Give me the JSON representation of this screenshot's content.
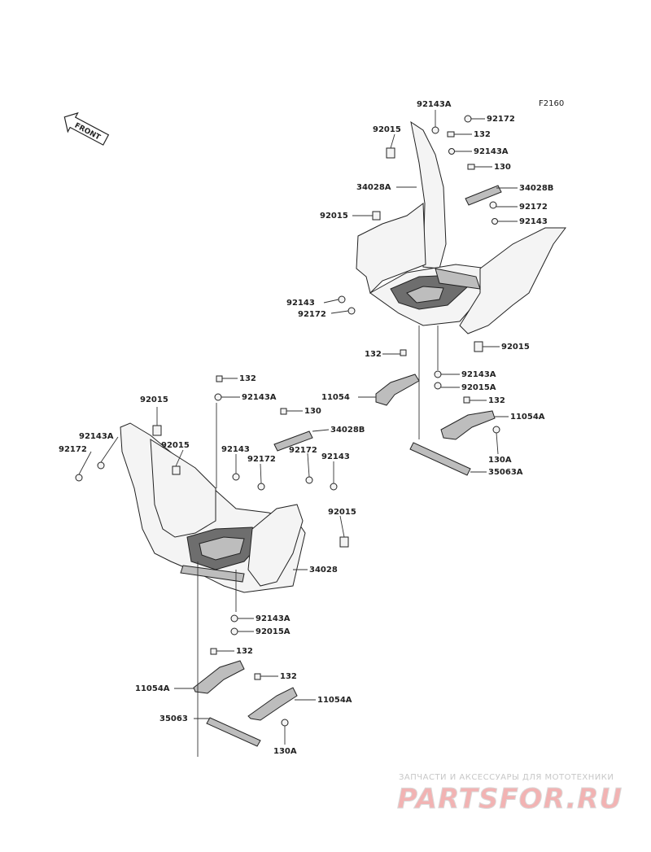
{
  "figure_code": "F2160",
  "front_arrow": "FRONT",
  "labels": [
    {
      "id": "l01",
      "text": "92143A"
    },
    {
      "id": "l02",
      "text": "92172"
    },
    {
      "id": "l03",
      "text": "92015"
    },
    {
      "id": "l04",
      "text": "132"
    },
    {
      "id": "l05",
      "text": "92143A"
    },
    {
      "id": "l06",
      "text": "130"
    },
    {
      "id": "l07",
      "text": "34028A"
    },
    {
      "id": "l08",
      "text": "34028B"
    },
    {
      "id": "l09",
      "text": "92172"
    },
    {
      "id": "l10",
      "text": "92015"
    },
    {
      "id": "l11",
      "text": "92143"
    },
    {
      "id": "l12",
      "text": "92143"
    },
    {
      "id": "l13",
      "text": "92172"
    },
    {
      "id": "l14",
      "text": "132"
    },
    {
      "id": "l15",
      "text": "92015"
    },
    {
      "id": "l16",
      "text": "92143A"
    },
    {
      "id": "l17",
      "text": "11054"
    },
    {
      "id": "l18",
      "text": "92015A"
    },
    {
      "id": "l19",
      "text": "132"
    },
    {
      "id": "l20",
      "text": "11054A"
    },
    {
      "id": "l21",
      "text": "130A"
    },
    {
      "id": "l22",
      "text": "35063A"
    },
    {
      "id": "l23",
      "text": "132"
    },
    {
      "id": "l24",
      "text": "92143A"
    },
    {
      "id": "l25",
      "text": "92015"
    },
    {
      "id": "l26",
      "text": "130"
    },
    {
      "id": "l27",
      "text": "34028B"
    },
    {
      "id": "l28",
      "text": "92143A"
    },
    {
      "id": "l29",
      "text": "92015"
    },
    {
      "id": "l30",
      "text": "92172"
    },
    {
      "id": "l31",
      "text": "92143"
    },
    {
      "id": "l32",
      "text": "92172"
    },
    {
      "id": "l33",
      "text": "92172"
    },
    {
      "id": "l34",
      "text": "92143"
    },
    {
      "id": "l35",
      "text": "92015"
    },
    {
      "id": "l36",
      "text": "34028"
    },
    {
      "id": "l37",
      "text": "92143A"
    },
    {
      "id": "l38",
      "text": "92015A"
    },
    {
      "id": "l39",
      "text": "132"
    },
    {
      "id": "l40",
      "text": "11054A"
    },
    {
      "id": "l41",
      "text": "132"
    },
    {
      "id": "l42",
      "text": "11054A"
    },
    {
      "id": "l43",
      "text": "35063"
    },
    {
      "id": "l44",
      "text": "130A"
    }
  ],
  "watermark": {
    "subtitle": "ЗАПЧАСТИ И АКСЕССУАРЫ ДЛЯ МОТОТЕХНИКИ",
    "logo": "PARTSFOR.RU"
  }
}
